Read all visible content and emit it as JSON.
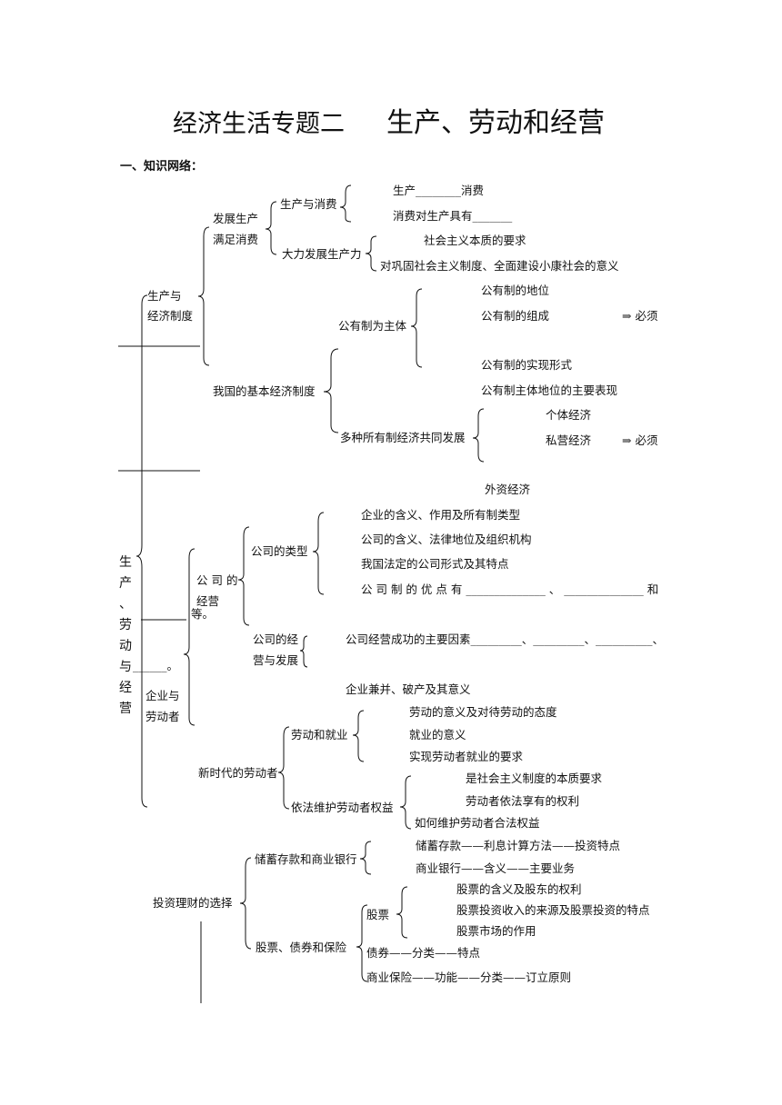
{
  "title": {
    "main": "经济生活专题二",
    "sub": "生产、劳动和经营"
  },
  "section_heading": "一、知识网络：",
  "vertical_label": [
    "生",
    "产",
    "、",
    "劳",
    "动",
    "与",
    "经",
    "营"
  ],
  "nodes": {
    "dev_prod": "发展生产",
    "satisfy": "满足消费",
    "prod_cons": "生产与消费",
    "prod_item1": "生产________消费",
    "prod_item2": "消费对生产具有_______",
    "big_dev": "大力发展生产力",
    "big_item1": "社会主义本质的要求",
    "big_item2": "对巩固社会主义制度、全面建设小康社会的意义",
    "econ_sys1": "生产与",
    "econ_sys2": "经济制度",
    "public_main": "公有制为主体",
    "pub1": "公有制的地位",
    "pub2": "公有制的组成",
    "must1": "⇒ 必须",
    "pub3": "公有制的实现形式",
    "pub4": "公有制主体地位的主要表现",
    "basic_sys": "我国的基本经济制度",
    "multi": "多种所有制经济共同发展",
    "ind": "个体经济",
    "priv": "私营经济",
    "must2": "⇒ 必须",
    "foreign": "外资经济",
    "co_item1": "企业的含义、作用及所有制类型",
    "co_item2": "公司的含义、法律地位及组织机构",
    "co_item3": "我国法定的公司形式及其特点",
    "co_item4": "公 司 制 的 优 点 有 ______________ 、 ______________ 和",
    "co_types": "公司的类型",
    "co_ops1": "公 司 的",
    "co_ops2": "经营",
    "co_ops3": "等。",
    "co_ops_blank": "______。",
    "co_dev1": "公司的经",
    "co_dev2": "营与发展",
    "success": "公司经营成功的主要因素_________、_________、__________、",
    "merger": "企业兼并、破产及其意义",
    "ent1": "企业与",
    "ent2": "劳动者",
    "labor_emp": "劳动和就业",
    "lab1": "劳动的意义及对待劳动的态度",
    "lab2": "就业的意义",
    "lab3": "实现劳动者就业的要求",
    "new_worker": "新时代的劳动者",
    "rights": "依法维护劳动者权益",
    "r1": "是社会主义制度的本质要求",
    "r2": "劳动者依法享有的权利",
    "r3": "如何维护劳动者合法权益",
    "invest": "投资理财的选择",
    "savings": "储蓄存款和商业银行",
    "s1": "储蓄存款——利息计算方法——投资特点",
    "s2": "商业银行——含义——主要业务",
    "stocks_bonds": "股票、债券和保险",
    "stock": "股票",
    "st1": "股票的含义及股东的权利",
    "st2": "股票投资收入的来源及股票投资的特点",
    "st3": "股票市场的作用",
    "bond": "债券——分类——特点",
    "insurance": "商业保险——功能——分类——订立原则"
  }
}
